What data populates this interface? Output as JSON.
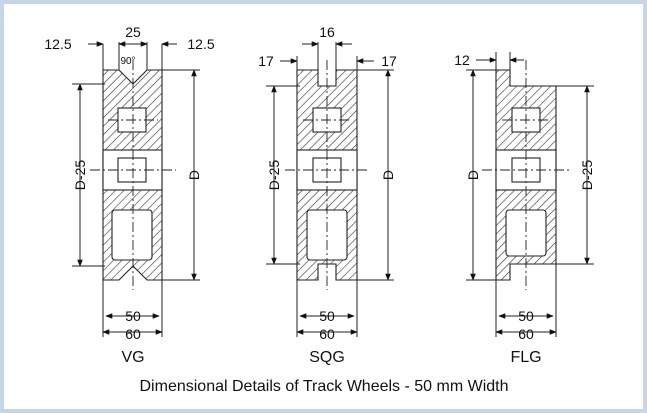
{
  "caption": "Dimensional Details of Track Wheels - 50 mm Width",
  "colors": {
    "border": "#c4d6e8",
    "line": "#222222",
    "background": "#ffffff"
  },
  "wheels": [
    {
      "name": "VG",
      "top_dims": {
        "left": "12.5",
        "middle": "25",
        "right": "12.5"
      },
      "groove_angle": "90°",
      "left_dim": "D-25",
      "right_dim": "D",
      "bottom_dims": {
        "inner": "50",
        "outer": "60"
      }
    },
    {
      "name": "SQG",
      "top_dims": {
        "left": "17",
        "middle": "16",
        "right": "17"
      },
      "left_dim": "D-25",
      "right_dim": "D",
      "bottom_dims": {
        "inner": "50",
        "outer": "60"
      }
    },
    {
      "name": "FLG",
      "top_dims": {
        "left": "12"
      },
      "left_dim": "D",
      "right_dim": "D-25",
      "bottom_dims": {
        "inner": "50",
        "outer": "60"
      }
    }
  ]
}
